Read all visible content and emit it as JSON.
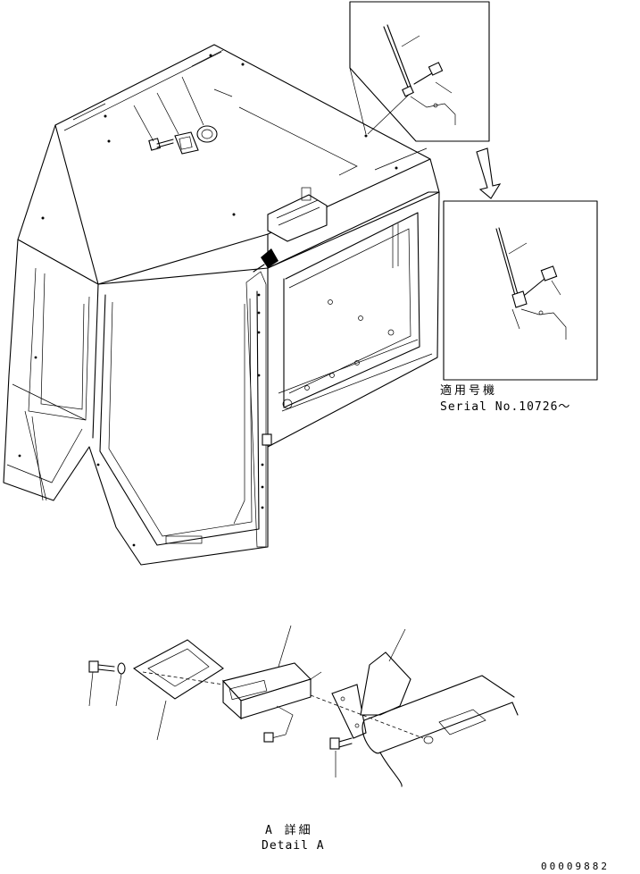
{
  "inset_note": {
    "applicable_label_jp": "適用号機",
    "serial_label": "Serial No.10726～"
  },
  "detail": {
    "label_jp": "A 詳細",
    "label_en": "Detail A"
  },
  "drawing_number": "00009882",
  "colors": {
    "line": "#000000",
    "paper": "#ffffff"
  }
}
